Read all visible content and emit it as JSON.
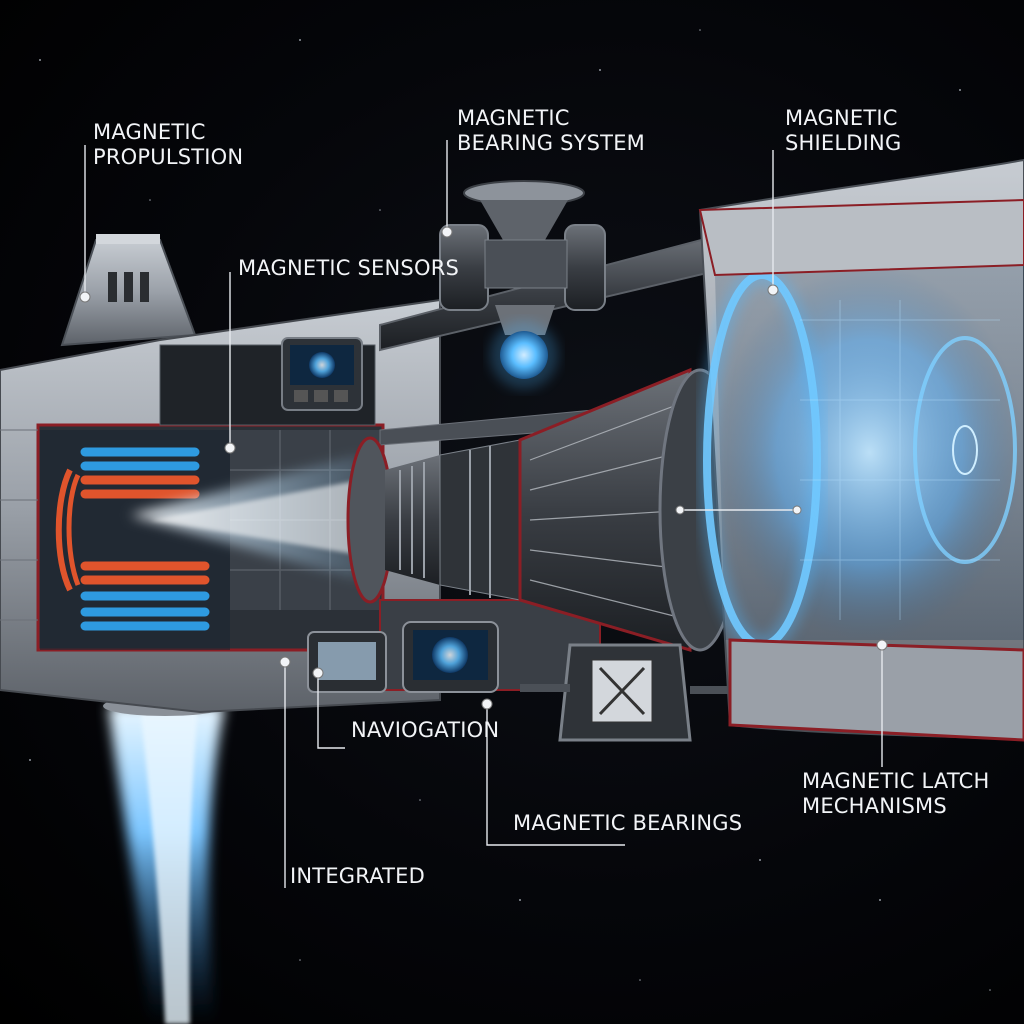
{
  "colors": {
    "background": "#000000",
    "hull": "#9aa0a8",
    "hull_dark": "#3a3e44",
    "glow_blue": "#4fb7ff",
    "coil_orange": "#e0542c",
    "coil_blue": "#2e9ae0",
    "accent_red": "#b31d24",
    "label_text": "#f2f4f7"
  },
  "labels": {
    "magnetic_propulsion": "MAGNETIC\nPROPULSTION",
    "magnetic_bearing_system": "MAGNETIC\nBEARING SYSTEM",
    "magnetic_shielding": "MAGNETIC\nSHIELDING",
    "magnetic_sensors": "MAGNETIC SENSORS",
    "naviogation": "NAVIOGATION",
    "magnetic_bearings": "MAGNETIC BEARINGS",
    "integrated": "INTEGRATED",
    "magnetic_latch_mechanisms": "MAGNETIC LATCH\nMECHANISMS"
  }
}
